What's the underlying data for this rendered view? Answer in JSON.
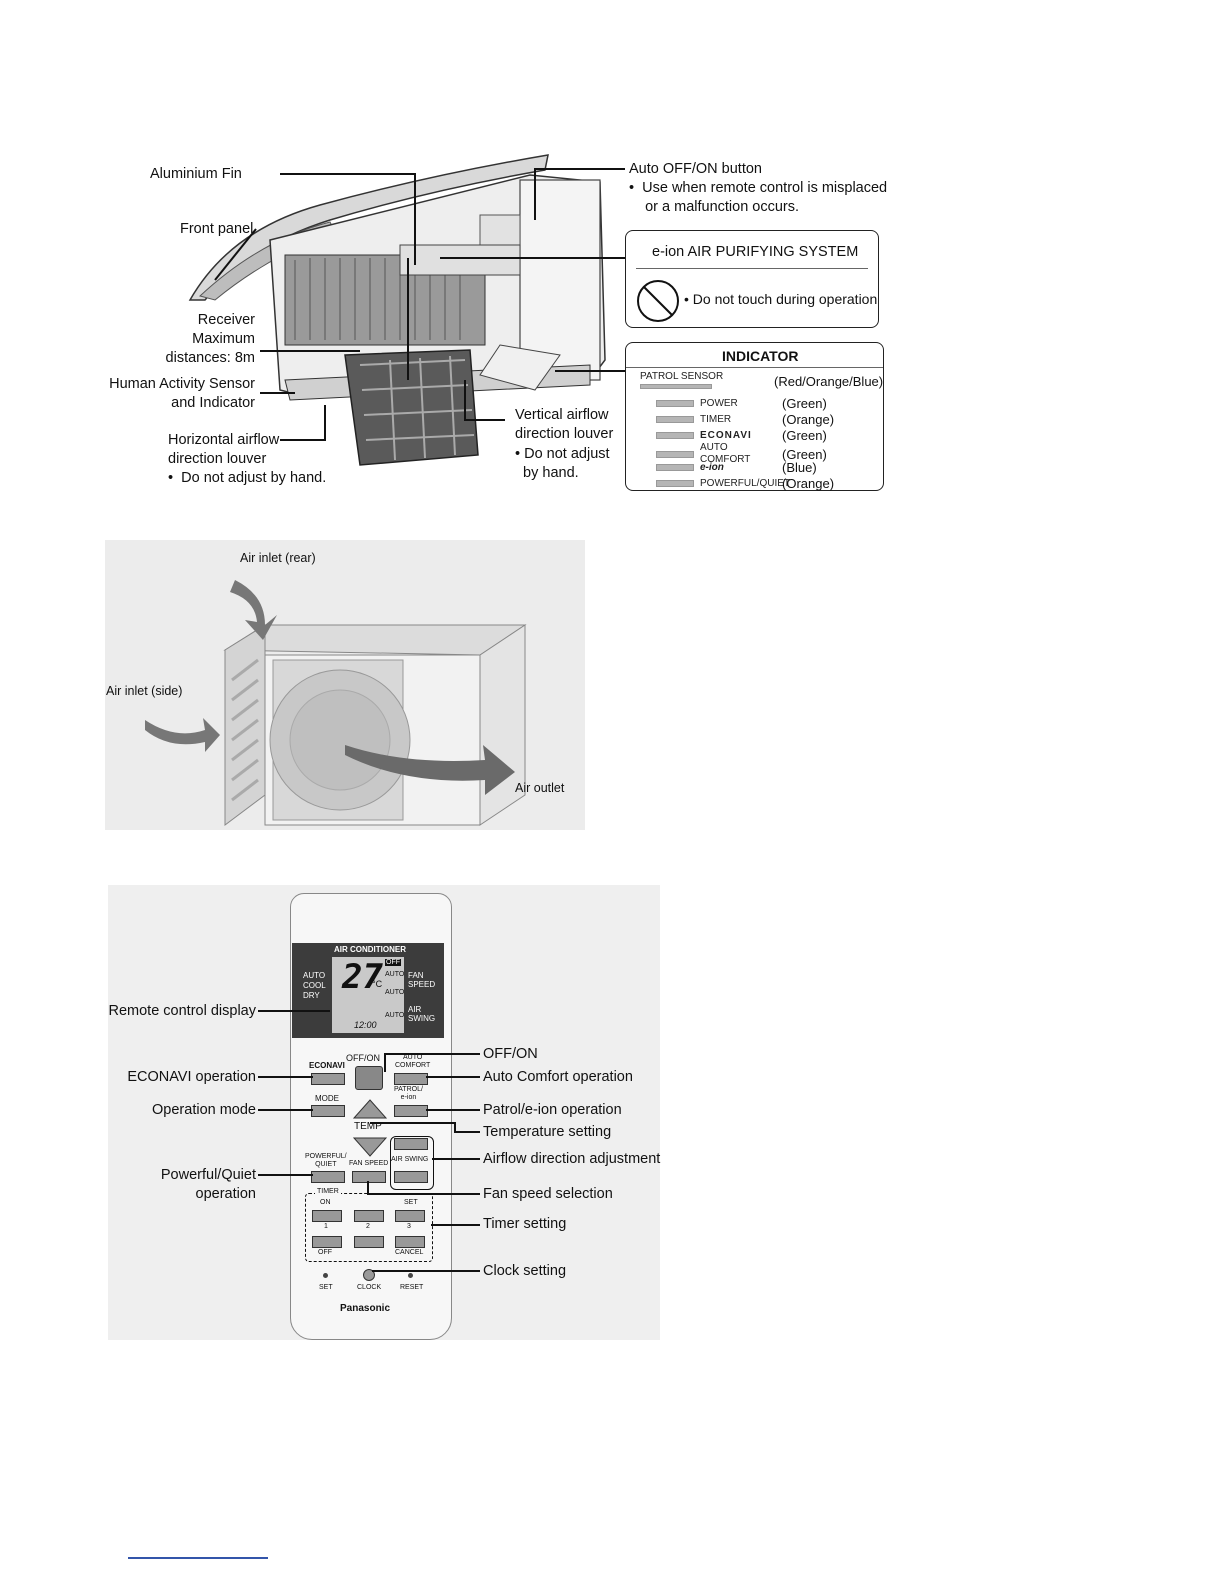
{
  "indoor_unit": {
    "labels": {
      "aluminium_fin": "Aluminium Fin",
      "front_panel": "Front panel",
      "receiver": "Receiver\nMaximum\ndistances: 8m",
      "human_sensor": "Human Activity Sensor\nand Indicator",
      "horizontal_louver": "Horizontal airflow\ndirection louver",
      "horizontal_note": "•  Do not adjust by hand.",
      "vertical_louver": "Vertical airflow\ndirection louver",
      "vertical_note": "• Do not adjust\n  by hand.",
      "auto_button": "Auto OFF/ON button",
      "auto_note": "•  Use when remote control is misplaced\n    or a malfunction occurs."
    },
    "eion_box": {
      "title": "e-ion AIR PURIFYING SYSTEM",
      "note": "• Do not touch during operation"
    },
    "indicator": {
      "title": "INDICATOR",
      "patrol": {
        "name": "PATROL SENSOR",
        "color": "(Red/Orange/Blue)"
      },
      "rows": [
        {
          "name": "POWER",
          "color": "(Green)"
        },
        {
          "name": "TIMER",
          "color": "(Orange)"
        },
        {
          "name": "ECONAVI",
          "color": "(Green)"
        },
        {
          "name": "AUTO COMFORT",
          "color": "(Green)"
        },
        {
          "name": "e-ion",
          "color": "(Blue)"
        },
        {
          "name": "POWERFUL/QUIET",
          "color": "(Orange)"
        }
      ]
    }
  },
  "outdoor_unit": {
    "inlet_rear": "Air inlet (rear)",
    "inlet_side": "Air inlet (side)",
    "outlet": "Air outlet"
  },
  "remote": {
    "display": {
      "header": "AIR CONDITIONER",
      "temp": "27",
      "unit": "°C",
      "off": "OFF",
      "modes": "AUTO\nCOOL\nDRY",
      "auto1": "AUTO",
      "auto2": "AUTO",
      "auto3": "AUTO",
      "fan_speed": "FAN\nSPEED",
      "air_swing": "AIR\nSWING",
      "clock": "12:00"
    },
    "buttons": {
      "offon": "OFF/ON",
      "auto_comfort": "AUTO\nCOMFORT",
      "econavi": "ECONAVI",
      "mode": "MODE",
      "patrol": "PATROL/\ne-ion",
      "temp": "TEMP",
      "powerful": "POWERFUL/\nQUIET",
      "fan_speed": "FAN SPEED",
      "air_swing": "AIR SWING",
      "timer": "TIMER",
      "on": "ON",
      "set_top": "SET",
      "n1": "1",
      "n2": "2",
      "n3": "3",
      "off": "OFF",
      "cancel": "CANCEL",
      "set": "SET",
      "clock": "CLOCK",
      "reset": "RESET",
      "brand": "Panasonic"
    },
    "callouts": {
      "display": "Remote control display",
      "econavi": "ECONAVI operation",
      "mode": "Operation mode",
      "powerful": "Powerful/Quiet\noperation",
      "offon": "OFF/ON",
      "auto_comfort": "Auto Comfort operation",
      "patrol": "Patrol/e-ion operation",
      "temp": "Temperature setting",
      "airflow": "Airflow direction adjustment",
      "fan": "Fan speed selection",
      "timer": "Timer setting",
      "clock": "Clock setting"
    }
  }
}
